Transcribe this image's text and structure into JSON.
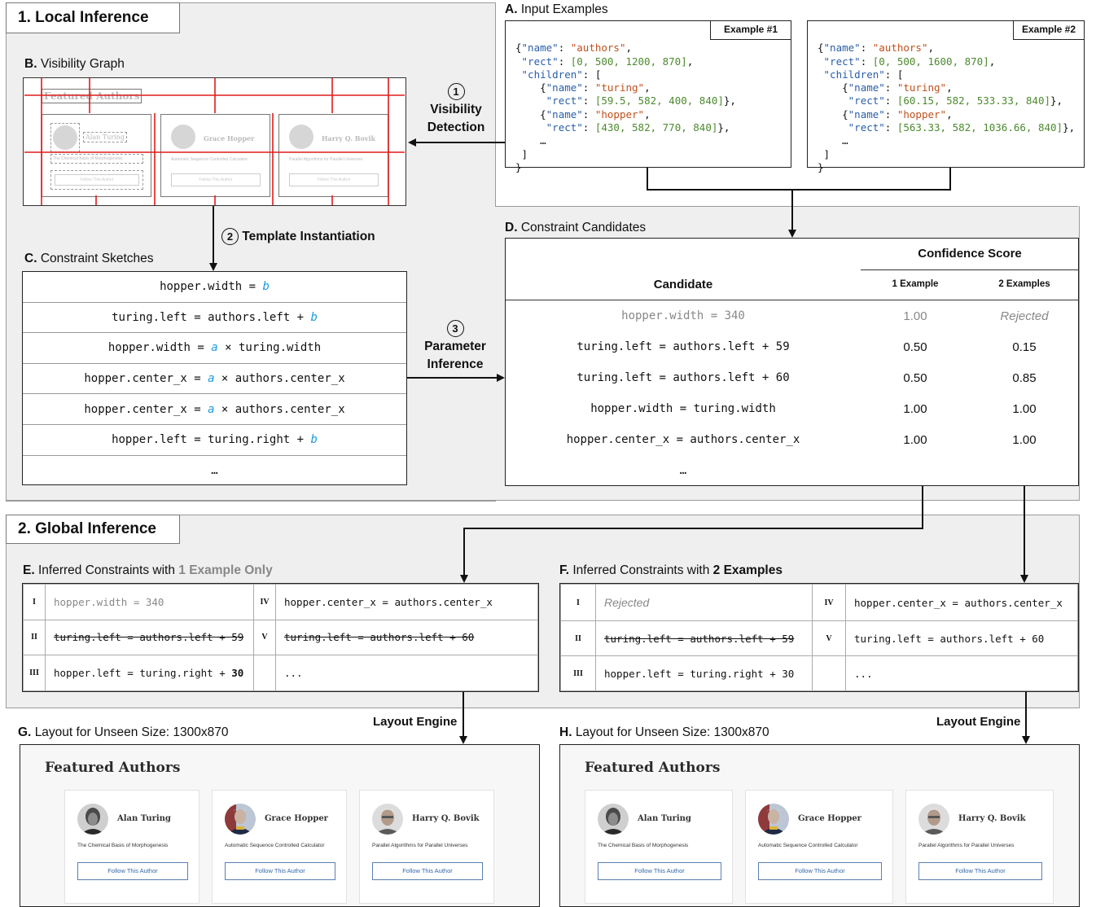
{
  "sections": {
    "local": "1. Local Inference",
    "global": "2. Global Inference"
  },
  "labels": {
    "A": {
      "letter": "A.",
      "text": "Input Examples"
    },
    "B": {
      "letter": "B.",
      "text": "Visibility Graph"
    },
    "C": {
      "letter": "C.",
      "text": "Constraint Sketches"
    },
    "D": {
      "letter": "D.",
      "text": "Constraint Candidates"
    },
    "E": {
      "letter": "E.",
      "text_a": "Inferred Constraints with ",
      "text_b": "1 Example Only"
    },
    "F": {
      "letter": "F.",
      "text_a": "Inferred Constraints with ",
      "text_b": "2 Examples"
    },
    "G": {
      "letter": "G.",
      "text": "Layout for Unseen Size: 1300x870"
    },
    "H": {
      "letter": "H.",
      "text": "Layout for Unseen Size: 1300x870"
    }
  },
  "steps": {
    "s1_num": "1",
    "s1_a": "Visibility",
    "s1_b": "Detection",
    "s2_num": "2",
    "s2": "Template Instantiation",
    "s3_num": "3",
    "s3_a": "Parameter",
    "s3_b": "Inference",
    "engine": "Layout Engine"
  },
  "examples": [
    {
      "tag": "Example #1",
      "rect": "[0, 500, 1200, 870]",
      "turing_rect": "[59.5, 582, 400, 840]",
      "hopper_rect": "[430, 582, 770, 840]"
    },
    {
      "tag": "Example #2",
      "rect": "[0, 500, 1600, 870]",
      "turing_rect": "[60.15, 582, 533.33, 840]",
      "hopper_rect": "[563.33, 582, 1036.66, 840]"
    }
  ],
  "json_tokens": {
    "name_key": "\"name\"",
    "rect_key": "\"rect\"",
    "children_key": "\"children\"",
    "authors": "\"authors\"",
    "turing": "\"turing\"",
    "hopper": "\"hopper\"",
    "ellipsis": "…"
  },
  "visibility_graph": {
    "title": "Featured Authors",
    "cards": [
      {
        "name": "Alan Turing",
        "subtitle": "The Chemical Basis of Morphogenesis",
        "button": "Follow This Author"
      },
      {
        "name": "Grace Hopper",
        "subtitle": "Automatic Sequence Controlled Calculator",
        "button": "Follow This Author"
      },
      {
        "name": "Harry Q. Bovik",
        "subtitle": "Parallel Algorithms for Parallel Universes",
        "button": "Follow This Author"
      }
    ]
  },
  "sketches": [
    {
      "pre": "hopper.width = ",
      "var": "b",
      "post": ""
    },
    {
      "pre": "turing.left = authors.left + ",
      "var": "b",
      "post": ""
    },
    {
      "pre": "hopper.width = ",
      "var": "a",
      "post": " × turing.width"
    },
    {
      "pre": "hopper.center_x = ",
      "var": "a",
      "post": " × authors.center_x"
    },
    {
      "pre": "hopper.center_x = ",
      "var": "a",
      "post": " × authors.center_x"
    },
    {
      "pre": "hopper.left = turing.right + ",
      "var": "b",
      "post": ""
    },
    {
      "pre": "…",
      "var": "",
      "post": ""
    }
  ],
  "candidates": {
    "header_conf": "Confidence Score",
    "header_cand": "Candidate",
    "header_1": "1 Example",
    "header_2": "2 Examples",
    "rows": [
      {
        "candidate": "hopper.width = 340",
        "one": "1.00",
        "two": "Rejected",
        "muted": true
      },
      {
        "candidate": "turing.left = authors.left + 59",
        "one": "0.50",
        "two": "0.15",
        "muted": false
      },
      {
        "candidate": "turing.left = authors.left + 60",
        "one": "0.50",
        "two": "0.85",
        "muted": false
      },
      {
        "candidate": "hopper.width = turing.width",
        "one": "1.00",
        "two": "1.00",
        "muted": false
      },
      {
        "candidate": "hopper.center_x = authors.center_x",
        "one": "1.00",
        "two": "1.00",
        "muted": false
      },
      {
        "candidate": "…",
        "one": "",
        "two": "",
        "muted": false
      }
    ]
  },
  "inferred_1": {
    "I": "hopper.width = 340",
    "II": "turing.left = authors.left + 59",
    "III_a": "hopper.left = turing.right + ",
    "III_b": "30",
    "IV": "hopper.center_x = authors.center_x",
    "V": "turing.left = authors.left + 60",
    "VI": "..."
  },
  "inferred_2": {
    "I": "Rejected",
    "II": "turing.left = authors.left + 59",
    "III": "hopper.left = turing.right + 30",
    "IV": "hopper.center_x = authors.center_x",
    "V": "turing.left = authors.left + 60",
    "VI": "..."
  },
  "romans": {
    "I": "I",
    "II": "II",
    "III": "III",
    "IV": "IV",
    "V": "V"
  },
  "layout": {
    "title": "Featured Authors",
    "cards": [
      {
        "name": "Alan Turing",
        "subtitle": "The Chemical Basis of Morphogenesis",
        "button": "Follow This Author"
      },
      {
        "name": "Grace Hopper",
        "subtitle": "Automatic Sequence Controlled Calculator",
        "button": "Follow This Author"
      },
      {
        "name": "Harry Q. Bovik",
        "subtitle": "Parallel Algorithms for Parallel Universes",
        "button": "Follow This Author"
      }
    ]
  },
  "colors": {
    "red_line": "#e01c1c",
    "var_blue": "#1a9be0",
    "key_blue": "#2a5ea8",
    "str_orange": "#c0501c",
    "num_green": "#4c8a2e"
  }
}
